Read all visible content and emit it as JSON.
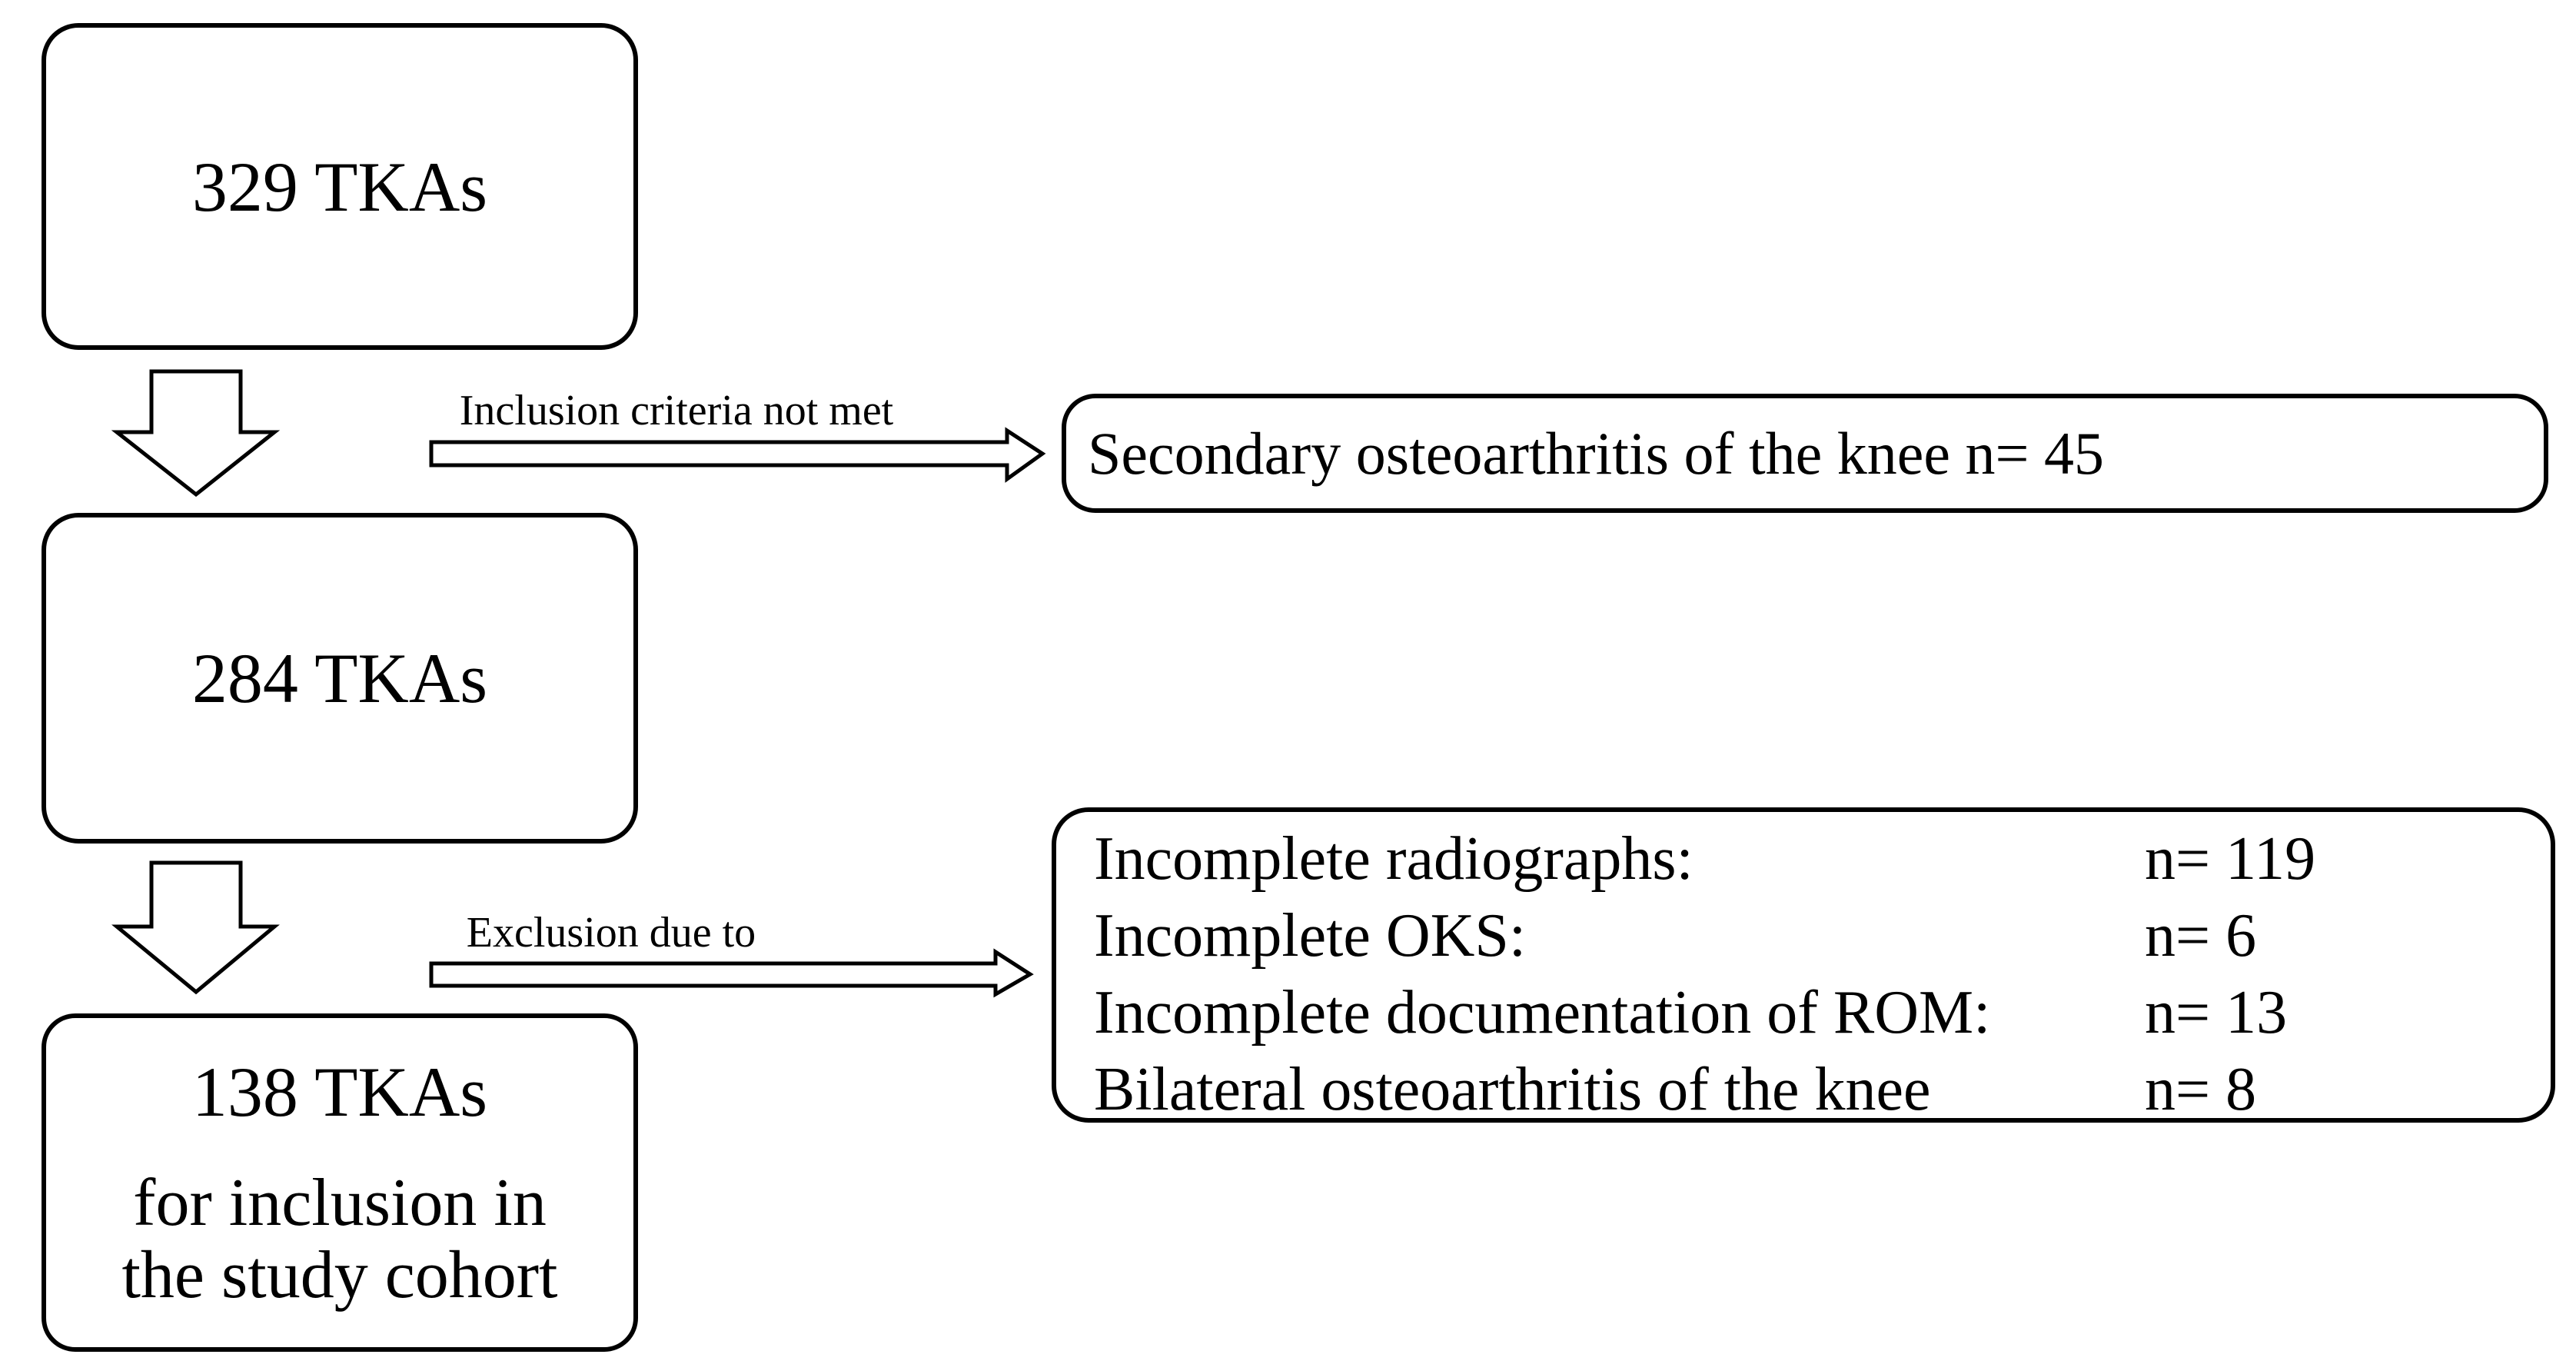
{
  "figure": {
    "background": "#ffffff",
    "line_color": "#000000",
    "flow": {
      "box_329": "329 TKAs",
      "box_284": "284 TKAs",
      "box_138_line1": "138 TKAs",
      "box_138_line2": "for inclusion in",
      "box_138_line3": "the study cohort"
    },
    "arrow1_label": "Inclusion criteria not met",
    "arrow2_label": "Exclusion due to",
    "excluded_secondary": "Secondary osteoarthritis of the knee n= 45",
    "exclusion_reasons": [
      {
        "reason": "Incomplete radiographs:",
        "count": "n= 119"
      },
      {
        "reason": "Incomplete OKS:",
        "count": "n= 6"
      },
      {
        "reason": "Incomplete documentation of ROM:",
        "count": "n= 13"
      },
      {
        "reason": "Bilateral osteoarthritis of the knee",
        "count": "n= 8"
      }
    ]
  }
}
